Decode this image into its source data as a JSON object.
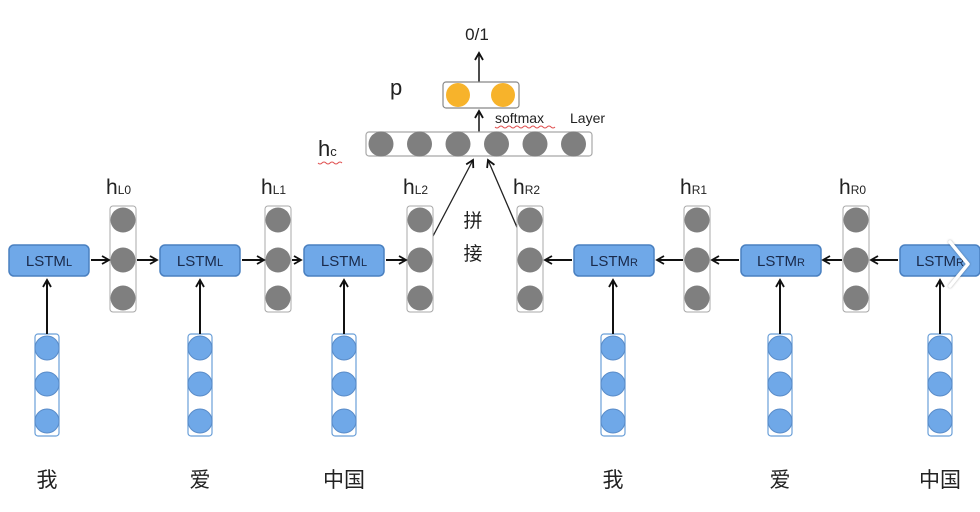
{
  "diagram": {
    "title": "BiLSTM sentence classification",
    "colors": {
      "lstm_fill": "#6fa8e8",
      "lstm_border": "#4a80c0",
      "hidden_node": "#7f7f7f",
      "input_node": "#6fa8e8",
      "output_node": "#f7b32b",
      "container_border": "#a8a8a8",
      "arrow": "#111111",
      "text": "#222222",
      "spell_underline": "#e05050"
    },
    "output": {
      "label": "0/1"
    },
    "softmax": {
      "label": "p",
      "layer_word_1": "softmax",
      "layer_word_2": "Layer",
      "node_count": 2
    },
    "concat": {
      "label": "h",
      "subscript": "c",
      "node_count": 6,
      "annotation": [
        "拼",
        "接"
      ]
    },
    "left_chain": {
      "cell_label": "LSTM",
      "cell_subscript": "L",
      "hidden_states": [
        {
          "h": "h",
          "sub": "L0"
        },
        {
          "h": "h",
          "sub": "L1"
        },
        {
          "h": "h",
          "sub": "L2"
        }
      ],
      "tokens": [
        "我",
        "爱",
        "中国"
      ]
    },
    "right_chain": {
      "cell_label": "LSTM",
      "cell_subscript": "R",
      "hidden_states": [
        {
          "h": "h",
          "sub": "R2"
        },
        {
          "h": "h",
          "sub": "R1"
        },
        {
          "h": "h",
          "sub": "R0"
        }
      ],
      "tokens": [
        "我",
        "爱",
        "中国"
      ]
    },
    "hidden_node_count": 3,
    "input_node_count": 3
  },
  "overlay": {
    "next_icon": "chevron-right-icon"
  }
}
